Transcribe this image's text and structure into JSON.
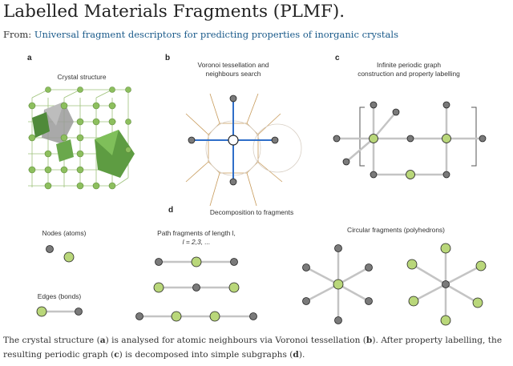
{
  "title": "Labelled Materials Fragments (PLMF).",
  "source": {
    "prefix": "From:",
    "link_text": "Universal fragment descriptors for predicting properties of inorganic crystals"
  },
  "figure": {
    "panel_a": {
      "letter": "a",
      "title": "Crystal structure"
    },
    "panel_b": {
      "letter": "b",
      "title_line1": "Voronoi tessellation and",
      "title_line2": "neighbours search"
    },
    "panel_c": {
      "letter": "c",
      "title_line1": "Infinite periodic graph",
      "title_line2": "construction and property labelling"
    },
    "panel_d": {
      "letter": "d",
      "title": "Decomposition to fragments",
      "nodes_label": "Nodes (atoms)",
      "edges_label": "Edges (bonds)",
      "path_label_line1": "Path fragments of length l,",
      "path_label_line2": "l = 2,3, ...",
      "circular_label": "Circular fragments (polyhedrons)"
    },
    "colors": {
      "grey_node": "#7a7a7a",
      "green_node": "#b9d77a",
      "bond": "#c4c4c4",
      "voronoi_blue": "#2f6fc9",
      "voronoi_cell": "#c79a5a"
    }
  },
  "caption": {
    "t1": "The crystal structure (",
    "b1": "a",
    "t2": ") is analysed for atomic neighbours via Voronoi tessellation (",
    "b2": "b",
    "t3": "). After property labelling, the resulting periodic graph (",
    "b3": "c",
    "t4": ") is decomposed into simple subgraphs (",
    "b4": "d",
    "t5": ")."
  }
}
